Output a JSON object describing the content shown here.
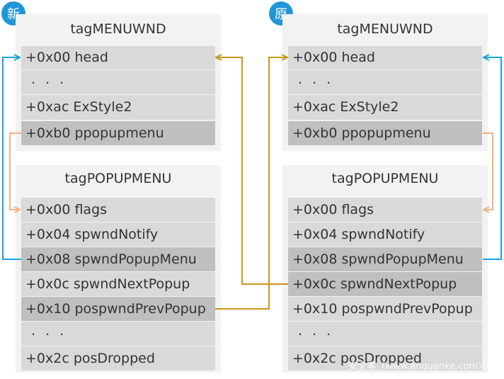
{
  "badges": {
    "left": "新",
    "right": "原"
  },
  "left": {
    "menu": {
      "title": "tagMENUWND",
      "rows": [
        "+0x00 head",
        ". . .",
        "+0xac ExStyle2",
        "+0xb0 ppopupmenu"
      ]
    },
    "popup": {
      "title": "tagPOPUPMENU",
      "rows": [
        "+0x00 flags",
        "+0x04 spwndNotify",
        "+0x08 spwndPopupMenu",
        "+0x0c spwndNextPopup",
        "+0x10 pospwndPrevPopup",
        ". . .",
        "+0x2c posDropped"
      ]
    }
  },
  "right": {
    "menu": {
      "title": "tagMENUWND",
      "rows": [
        "+0x00 head",
        ". . .",
        "+0xac ExStyle2",
        "+0xb0 ppopupmenu"
      ]
    },
    "popup": {
      "title": "tagPOPUPMENU",
      "rows": [
        "+0x00 flags",
        "+0x04 spwndNotify",
        "+0x08 spwndPopupMenu",
        "+0x0c spwndNextPopup",
        "+0x10 pospwndPrevPopup",
        ". . .",
        "+0x2c posDropped"
      ]
    }
  },
  "watermark": "安全客（www.anquanke.com）",
  "colors": {
    "blue": "#1aa3dd",
    "orange": "#f4b183",
    "gold": "#c9961a",
    "badge": "#2196d6"
  }
}
